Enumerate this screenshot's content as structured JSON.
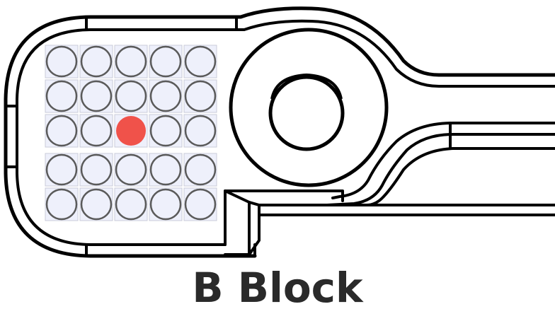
{
  "title": "B Block",
  "grid": {
    "rows": 5,
    "cols": 5,
    "selected": {
      "row": 3,
      "col": 3
    }
  },
  "colors": {
    "outline": "#000000",
    "well_fill": "#eef0fb",
    "well_stroke": "#5a5a5a",
    "selected_fill": "#f0524a",
    "title": "#2a2a2a"
  }
}
